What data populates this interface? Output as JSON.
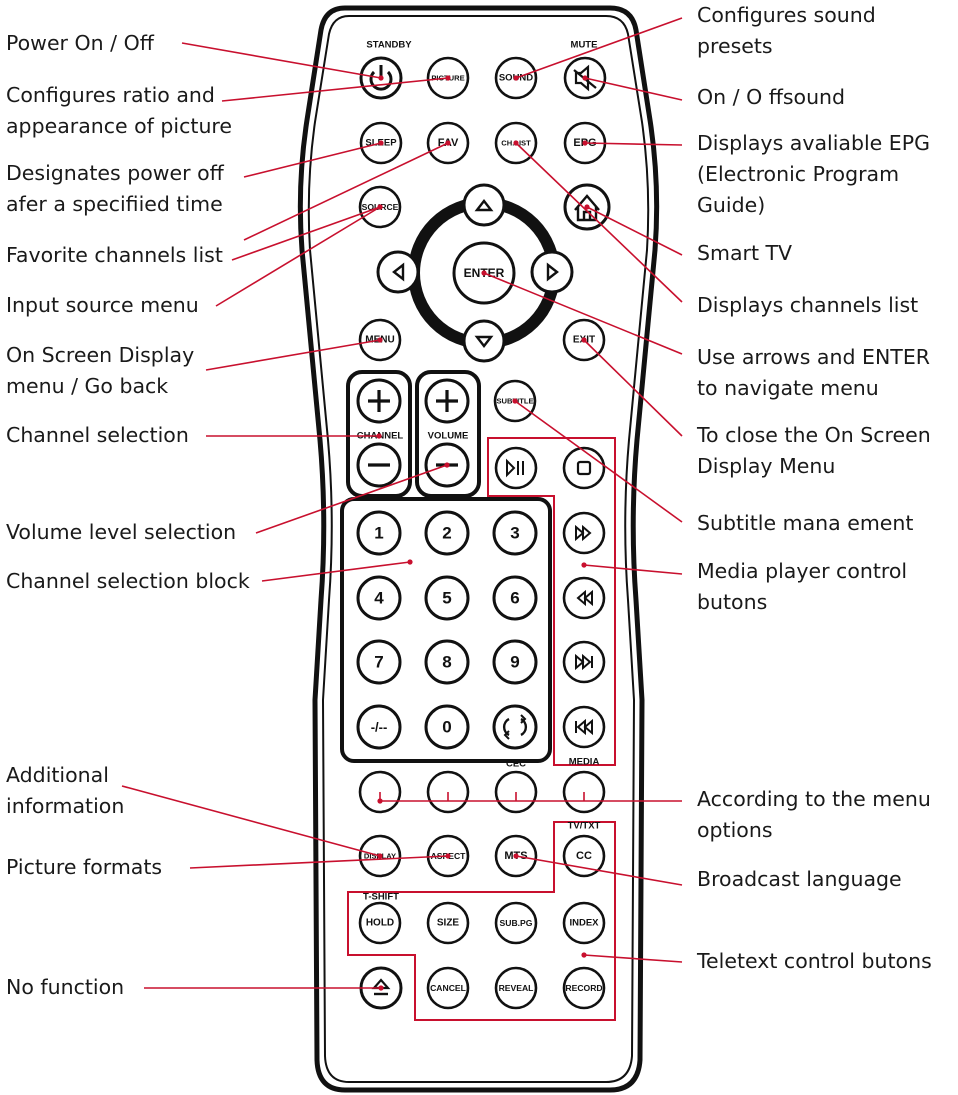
{
  "colors": {
    "line": "#c8102e",
    "ink": "#111111"
  },
  "remote": {
    "section_labels": {
      "standby": "STANDBY",
      "mute": "MUTE",
      "channel": "CHANNEL",
      "volume": "VOLUME",
      "cec": "CEC",
      "media": "MEDIA",
      "tvtxt": "TV/TXT",
      "tshift": "T-SHIFT"
    },
    "buttons": {
      "picture": "PICTURE",
      "sound": "SOUND",
      "sleep": "SLEEP",
      "fav": "FAV",
      "chlist": "CH.LIST",
      "epg": "EPG",
      "source": "SOURCE",
      "enter": "ENTER",
      "menu": "MENU",
      "exit": "EXIT",
      "subtitle": "SUBTITLE",
      "display": "DISPLAY",
      "aspect": "ASPECT",
      "mts": "MTS",
      "cc": "CC",
      "hold": "HOLD",
      "size": "SIZE",
      "subpg": "SUB.PG",
      "index": "INDEX",
      "cancel": "CANCEL",
      "reveal": "REVEAL",
      "record": "RECORD",
      "digits": [
        "1",
        "2",
        "3",
        "4",
        "5",
        "6",
        "7",
        "8",
        "9",
        "-/--",
        "0"
      ]
    },
    "icons": {
      "power": "power-icon",
      "mute": "mute-speaker-icon",
      "home": "home-icon",
      "up": "arrow-up-icon",
      "down": "arrow-down-icon",
      "left": "arrow-left-icon",
      "right": "arrow-right-icon",
      "plus": "plus-icon",
      "minus": "minus-icon",
      "play_pause": "play-pause-icon",
      "stop": "stop-icon",
      "fast_forward": "fast-forward-icon",
      "rewind": "rewind-icon",
      "next": "next-track-icon",
      "previous": "previous-track-icon",
      "recall": "recall-icon",
      "eject": "eject-icon"
    }
  },
  "labels": {
    "left": [
      [
        "Power On / Off"
      ],
      [
        "Configures ratio and",
        "appearance of picture"
      ],
      [
        "Designates power off",
        "afer a specifiied time"
      ],
      [
        "Favorite channels list"
      ],
      [
        "Input source menu"
      ],
      [
        "On Screen Display",
        "menu / Go back"
      ],
      [
        "Channel selection"
      ],
      [
        "Volume level selection"
      ],
      [
        "Channel selection block"
      ],
      [
        "Additional",
        "information"
      ],
      [
        "Picture formats"
      ],
      [
        "No function"
      ]
    ],
    "right": [
      [
        "Configures sound",
        "presets"
      ],
      [
        "On / O ffsound"
      ],
      [
        "Displays avaliable EPG",
        "(Electronic Program",
        "Guide)"
      ],
      [
        "Smart TV"
      ],
      [
        "Displays channels list"
      ],
      [
        "Use arrows and ENTER",
        "to navigate menu"
      ],
      [
        "To close the On Screen",
        "Display Menu"
      ],
      [
        "Subtitle mana  ement"
      ],
      [
        "Media player control",
        "butons"
      ],
      [
        "According to the menu",
        "options"
      ],
      [
        "Broadcast language"
      ],
      [
        "Teletext control butons"
      ]
    ]
  }
}
